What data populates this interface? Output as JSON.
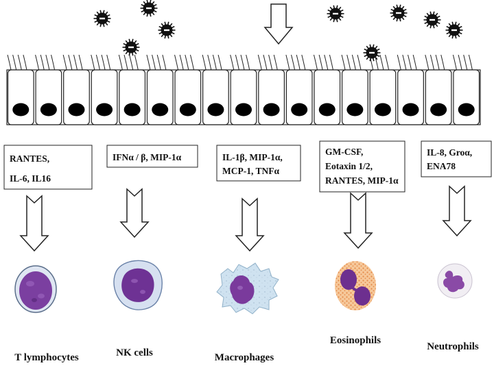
{
  "colors": {
    "outline": "#222222",
    "nucleus": "#000000",
    "virus_body": "#111111",
    "virus_mark": "#ffffff",
    "lymphocyte_membrane": "#dfe6f2",
    "lymphocyte_nucleus": "#7b3fa0",
    "nk_membrane": "#d6e0f0",
    "nk_nucleus": "#6e3294",
    "macrophage_membrane": "#cfe2f0",
    "macrophage_nucleus": "#7a3a9c",
    "eosinophil_cytoplasm": "#f6c89a",
    "eosinophil_granule": "#e48a4a",
    "eosinophil_nucleus": "#6d2f8f",
    "neutrophil_cytoplasm": "#f1eef3",
    "neutrophil_nucleus": "#8a4aa6"
  },
  "icons": {
    "virus": "virus-icon",
    "arrow": "hollow-arrow-icon"
  },
  "epithelium": {
    "cell_count": 17
  },
  "mediator_boxes": [
    {
      "lines": [
        "RANTES,",
        "IL-6, IL16"
      ]
    },
    {
      "lines": [
        "IFNα / β, MIP-1α"
      ]
    },
    {
      "lines": [
        "IL-1β, MIP-1α,",
        "MCP-1, TNFα"
      ]
    },
    {
      "lines": [
        "GM-CSF,",
        "Eotaxin 1/2,",
        "RANTES, MIP-1α"
      ]
    },
    {
      "lines": [
        "IL-8, Groα,",
        "ENA78"
      ]
    }
  ],
  "cell_types": [
    {
      "label": "T lymphocytes",
      "icon": "lymphocyte-icon"
    },
    {
      "label": "NK cells",
      "icon": "nk-cell-icon"
    },
    {
      "label": "Macrophages",
      "icon": "macrophage-icon"
    },
    {
      "label": "Eosinophils",
      "icon": "eosinophil-icon"
    },
    {
      "label": "Neutrophils",
      "icon": "neutrophil-icon"
    }
  ]
}
